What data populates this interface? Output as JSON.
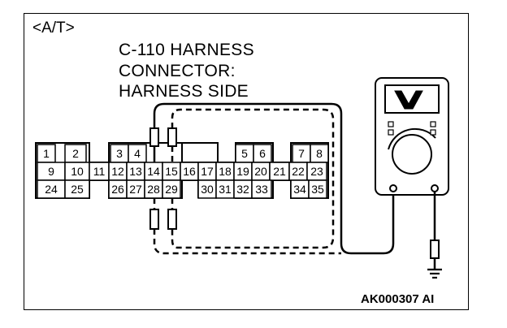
{
  "variant_label": "<A/T>",
  "connector_title": {
    "line1": "C-110 HARNESS",
    "line2": "CONNECTOR:",
    "line3": "HARNESS SIDE"
  },
  "pins": [
    "1",
    "2",
    "3",
    "4",
    "5",
    "6",
    "7",
    "8",
    "9",
    "10",
    "11",
    "12",
    "13",
    "14",
    "15",
    "16",
    "17",
    "18",
    "19",
    "20",
    "21",
    "22",
    "23",
    "24",
    "25",
    "26",
    "27",
    "28",
    "29",
    "30",
    "31",
    "32",
    "33",
    "34",
    "35"
  ],
  "ref_code": "AK000307 AI",
  "icons": [
    "voltmeter-icon",
    "ground-symbol-icon",
    "probe-icon",
    "resistor-icon"
  ]
}
